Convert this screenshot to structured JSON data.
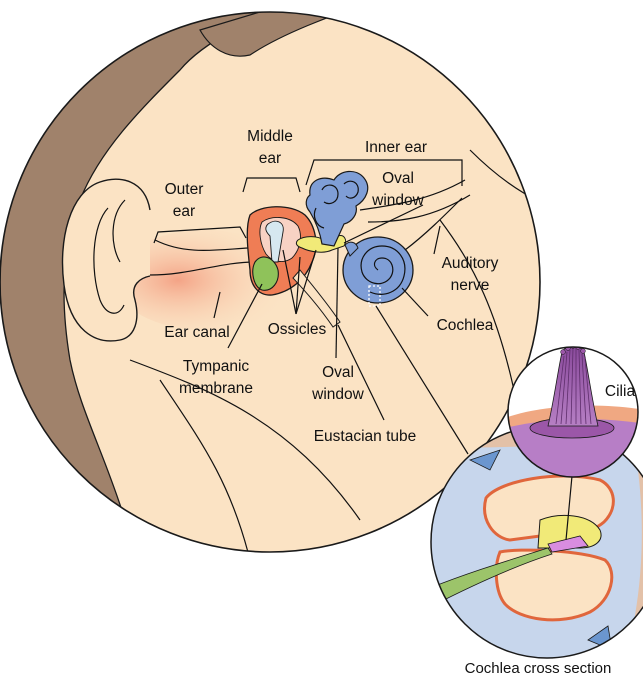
{
  "labels": {
    "middle_ear_1": "Middle",
    "middle_ear_2": "ear",
    "inner_ear": "Inner ear",
    "outer_ear_1": "Outer",
    "outer_ear_2": "ear",
    "oval_window_top_1": "Oval",
    "oval_window_top_2": "window",
    "auditory_nerve_1": "Auditory",
    "auditory_nerve_2": "nerve",
    "cochlea": "Cochlea",
    "ear_canal": "Ear canal",
    "ossicles": "Ossicles",
    "tympanic_membrane_1": "Tympanic",
    "tympanic_membrane_2": "membrane",
    "oval_window_bottom_1": "Oval",
    "oval_window_bottom_2": "window",
    "eustacian_tube": "Eustacian tube",
    "cilia": "Cilia",
    "cochlea_cross_section": "Cochlea cross section"
  },
  "colors": {
    "skin": "#fbe3c4",
    "hair": "#a0826b",
    "outline": "#1a1a1a",
    "ear_canal_glow": "#f5a98a",
    "middle_ear": "#ef7d55",
    "inner_ear": "#7f9ed6",
    "ossicle_yellow": "#f1ea78",
    "tympanic_green": "#8fc25a",
    "cross_section_bg": "#c7d6ec",
    "cilia_purple": "#9b57a8",
    "cilia_base": "#b77ec6"
  },
  "icons": [
    "ear-diagram-illustration",
    "cochlea-cross-section-illustration",
    "cilia-magnified-illustration"
  ]
}
